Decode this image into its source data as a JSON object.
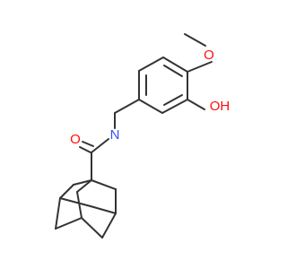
{
  "molecule": {
    "atoms": {
      "methoxy_o": {
        "symbol": "O",
        "color": "#ff0d0d"
      },
      "hydroxyl": {
        "symbol": "OH",
        "color": "#ff0d0d"
      },
      "carbonyl_o": {
        "symbol": "O",
        "color": "#ff0d0d"
      },
      "amide_n": {
        "symbol": "N",
        "color": "#3050f8"
      }
    },
    "bond_color": "#333333"
  }
}
